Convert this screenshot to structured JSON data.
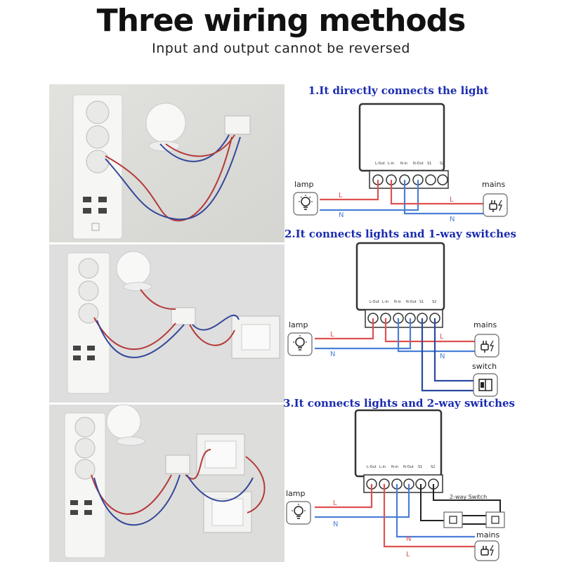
{
  "header": {
    "title": "Three wiring methods",
    "subtitle": "Input and output cannot be reversed"
  },
  "sections": [
    {
      "title": "1.It directly connects the light"
    },
    {
      "title": "2.It connects lights and 1-way switches"
    },
    {
      "title": "3.It connects lights and 2-way switches"
    }
  ],
  "terminals": [
    "L-Out",
    "L-in",
    "N-in",
    "N-Out",
    "S1",
    "S2"
  ],
  "labels": {
    "lamp": "lamp",
    "mains": "mains",
    "switch": "switch",
    "two_way_switch": "2-way Switch",
    "live": "L",
    "neutral": "N"
  },
  "colors": {
    "live": "#e05050",
    "neutral": "#4a7fd8",
    "switch_wire": "#2b4aa0",
    "section_title": "#1a2bb0"
  }
}
